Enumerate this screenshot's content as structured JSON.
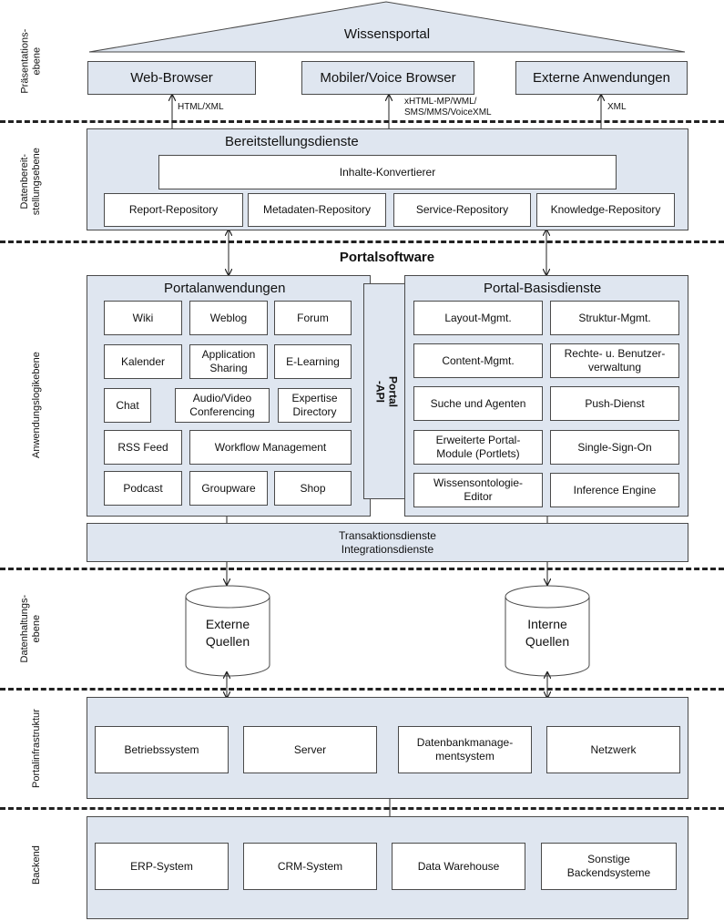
{
  "layers": {
    "presentation": "Präsentations-\nebene",
    "provision": "Datenbereit-\nstellungsebene",
    "application": "Anwendungslogikebene",
    "data": "Datenhaltungs-\nebene",
    "infrastructure": "Portalinfrastruktur",
    "backend": "Backend"
  },
  "presentation": {
    "portal": "Wissensportal",
    "web_browser": "Web-Browser",
    "mobile_browser": "Mobiler/Voice Browser",
    "external_apps": "Externe Anwendungen",
    "formats": {
      "web": "HTML/XML",
      "mobile": "xHTML-MP/WML/\nSMS/MMS/VoiceXML",
      "external": "XML"
    }
  },
  "provision": {
    "title": "Bereitstellungsdienste",
    "converter": "Inhalte-Konvertierer",
    "repositories": [
      "Report-Repository",
      "Metadaten-Repository",
      "Service-Repository",
      "Knowledge-Repository"
    ]
  },
  "application": {
    "title": "Portalsoftware",
    "apps_title": "Portalanwendungen",
    "apps": {
      "wiki": "Wiki",
      "weblog": "Weblog",
      "forum": "Forum",
      "kalender": "Kalender",
      "app_sharing": "Application\nSharing",
      "elearning": "E-Learning",
      "chat": "Chat",
      "av_conf": "Audio/Video\nConferencing",
      "expertise": "Expertise\nDirectory",
      "rss": "RSS Feed",
      "workflow": "Workflow Management",
      "podcast": "Podcast",
      "groupware": "Groupware",
      "shop": "Shop"
    },
    "api": "Portal\n-API",
    "base_title": "Portal-Basisdienste",
    "base": {
      "layout": "Layout-Mgmt.",
      "struktur": "Struktur-Mgmt.",
      "content": "Content-Mgmt.",
      "rechte": "Rechte- u. Benutzer-\nverwaltung",
      "suche": "Suche und Agenten",
      "push": "Push-Dienst",
      "module": "Erweiterte Portal-\nModule (Portlets)",
      "sso": "Single-Sign-On",
      "ontologie": "Wissensontologie-\nEditor",
      "inference": "Inference Engine"
    },
    "services": "Transaktionsdienste\nIntegrationsdienste"
  },
  "data": {
    "external": "Externe\nQuellen",
    "internal": "Interne\nQuellen"
  },
  "infrastructure": {
    "items": [
      "Betriebssystem",
      "Server",
      "Datenbankmanage-\nmentsystem",
      "Netzwerk"
    ]
  },
  "backend": {
    "items": [
      "ERP-System",
      "CRM-System",
      "Data Warehouse",
      "Sonstige\nBackendsysteme"
    ]
  },
  "colors": {
    "panel_fill": "#dfe6f0",
    "border": "#4a4a4a",
    "box_fill": "#ffffff"
  }
}
